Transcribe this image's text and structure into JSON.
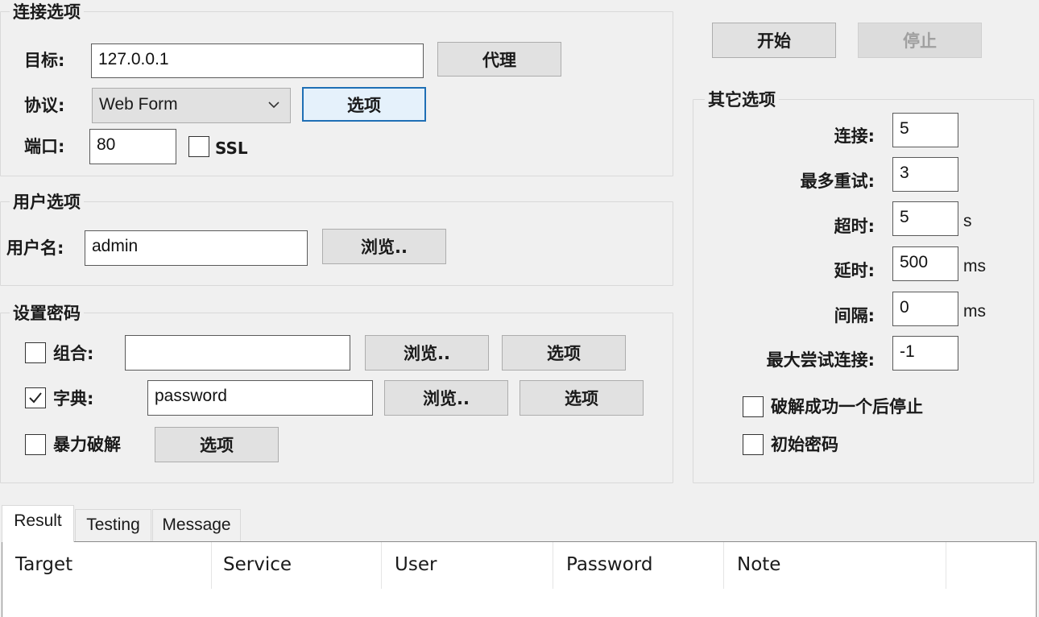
{
  "connection": {
    "title": "连接选项",
    "target_label": "目标:",
    "target_value": "127.0.0.1",
    "proxy_button": "代理",
    "protocol_label": "协议:",
    "protocol_value": "Web Form",
    "protocol_options_button": "选项",
    "port_label": "端口:",
    "port_value": "80",
    "ssl_label": "SSL",
    "ssl_checked": false
  },
  "actions": {
    "start_button": "开始",
    "stop_button": "停止"
  },
  "user": {
    "title": "用户选项",
    "username_label": "用户名:",
    "username_value": "admin",
    "browse_button": "浏览.."
  },
  "password": {
    "title": "设置密码",
    "combo_label": "组合:",
    "combo_value": "",
    "combo_checked": false,
    "combo_browse_button": "浏览..",
    "combo_options_button": "选项",
    "dict_label": "字典:",
    "dict_value": "password",
    "dict_checked": true,
    "dict_browse_button": "浏览..",
    "dict_options_button": "选项",
    "brute_label": "暴力破解",
    "brute_checked": false,
    "brute_options_button": "选项"
  },
  "other": {
    "title": "其它选项",
    "connections_label": "连接:",
    "connections_value": "5",
    "retries_label": "最多重试:",
    "retries_value": "3",
    "timeout_label": "超时:",
    "timeout_value": "5",
    "timeout_unit": "s",
    "delay_label": "延时:",
    "delay_value": "500",
    "delay_unit": "ms",
    "interval_label": "间隔:",
    "interval_value": "0",
    "interval_unit": "ms",
    "max_attempts_label": "最大尝试连接:",
    "max_attempts_value": "-1",
    "stop_on_success_label": "破解成功一个后停止",
    "stop_on_success_checked": false,
    "initial_password_label": "初始密码",
    "initial_password_checked": false
  },
  "tabs": [
    {
      "label": "Result",
      "active": true
    },
    {
      "label": "Testing",
      "active": false
    },
    {
      "label": "Message",
      "active": false
    }
  ],
  "results_table": {
    "columns": [
      "Target",
      "Service",
      "User",
      "Password",
      "Note"
    ],
    "rows": []
  }
}
